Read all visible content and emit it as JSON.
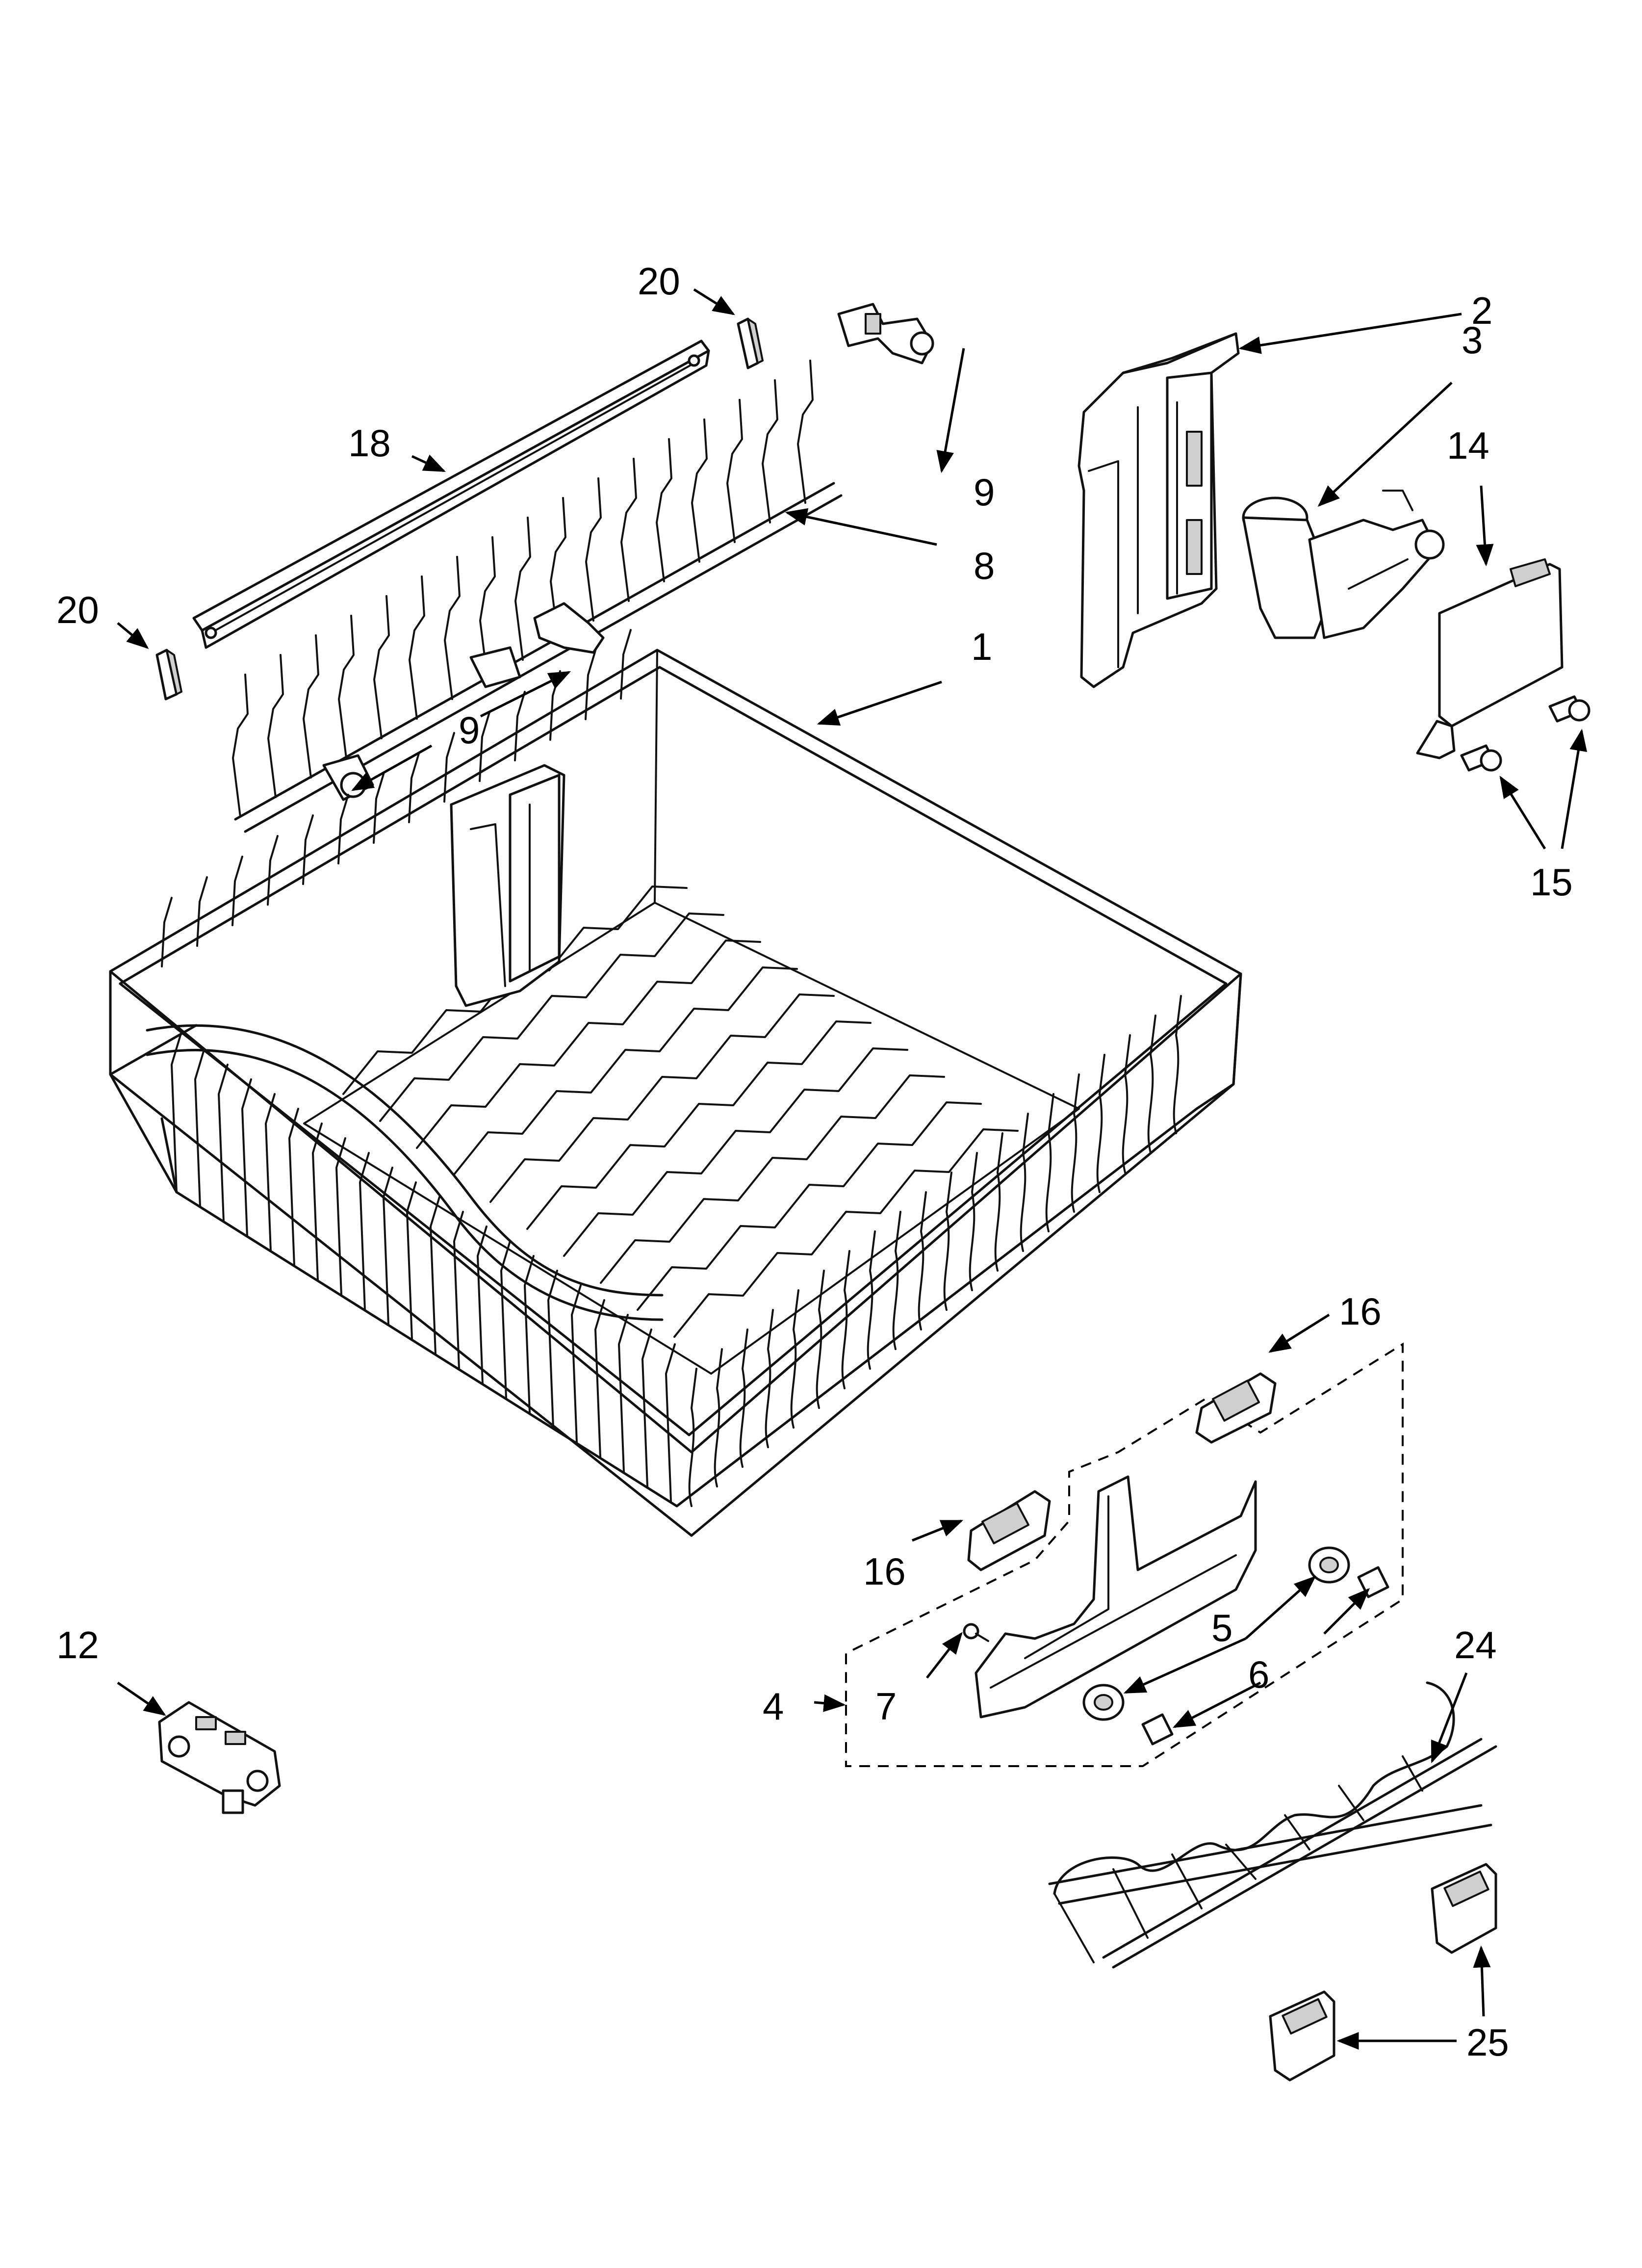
{
  "callouts": {
    "c20a": "20",
    "c20b": "20",
    "c18": "18",
    "c9a": "9",
    "c9b": "9",
    "c8": "8",
    "c1": "1",
    "c2": "2",
    "c3": "3",
    "c14": "14",
    "c15": "15",
    "c16a": "16",
    "c16b": "16",
    "c5": "5",
    "c6": "6",
    "c7": "7",
    "c4": "4",
    "c12": "12",
    "c24": "24",
    "c25": "25"
  }
}
